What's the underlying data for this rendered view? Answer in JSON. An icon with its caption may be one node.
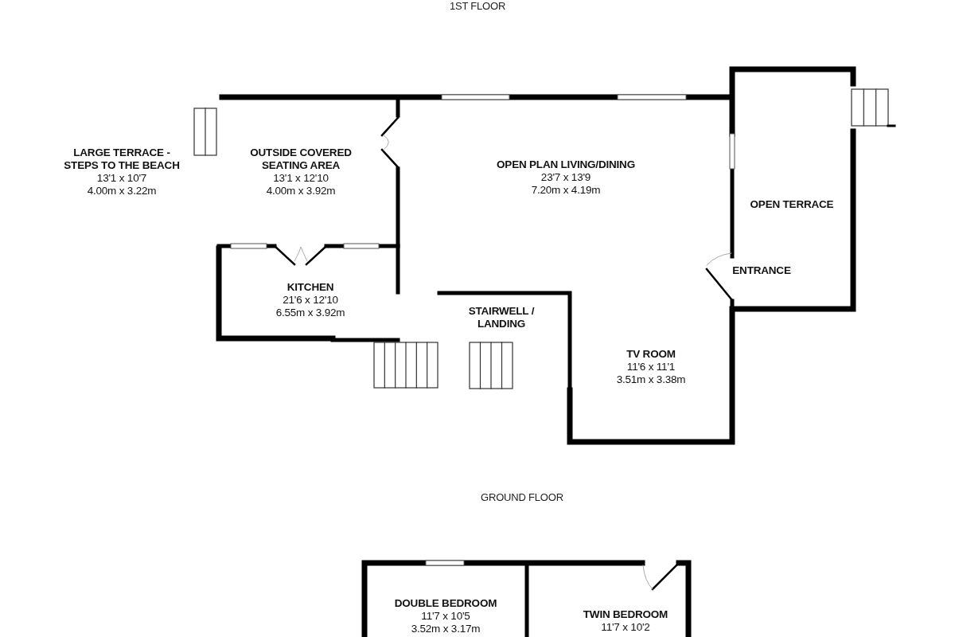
{
  "diagram": {
    "labels": [
      "1ST FLOOR",
      "LARGE TERRACE - STEPS TO THE BEACH",
      "13'1 x 10'7",
      "4.00m x 3.22m",
      "OUTSIDE COVERED SEATING AREA",
      "13'1 x 12'10",
      "4.00m x 3.92m",
      "OPEN PLAN LIVING/DINING",
      "23'7 x 13'9",
      "7.20m x 4.19m",
      "OPEN TERRACE",
      "ENTRANCE",
      "KITCHEN",
      "21'6 x 12'10",
      "6.55m x 3.92m",
      "STAIRWELL / LANDING",
      "TV ROOM",
      "11'6 x 11'1",
      "3.51m x 3.38m",
      "GROUND FLOOR",
      "DOUBLE BEDROOM",
      "11'7 x 10'5",
      "3.52m x 3.17m",
      "TWIN BEDROOM",
      "11'7 x 10'2"
    ]
  }
}
